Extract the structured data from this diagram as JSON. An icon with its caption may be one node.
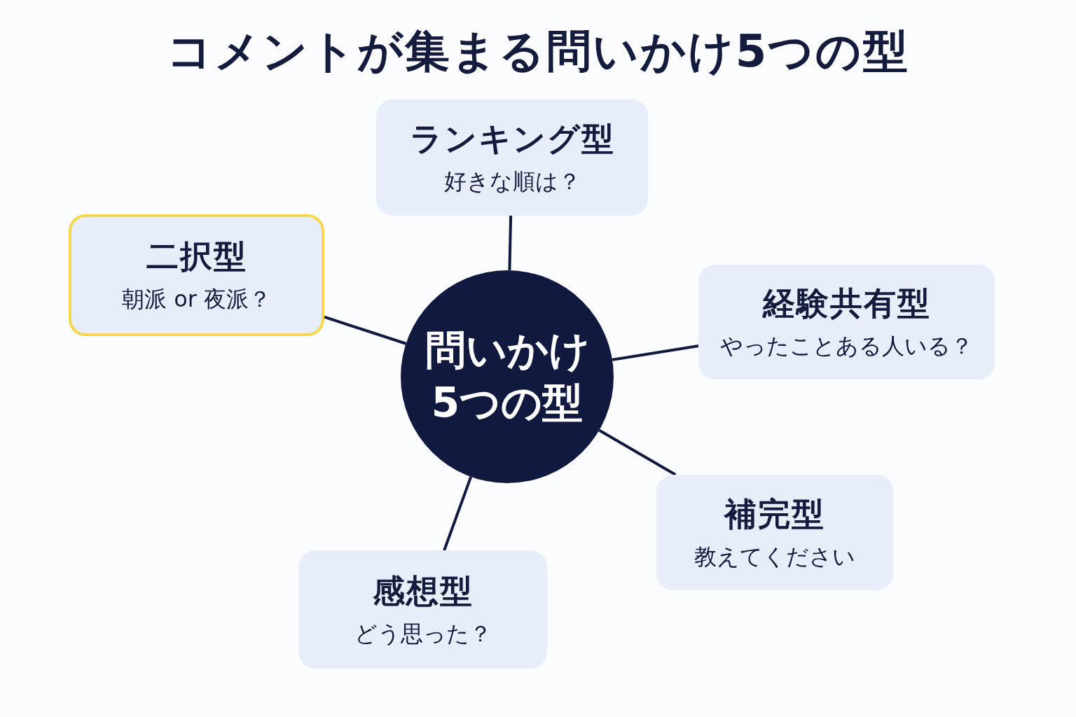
{
  "diagram": {
    "title": "コメントが集まる問いかけ5つの型",
    "nodes": [
      {
        "text": [
          "ランキング型",
          "好きな順は？"
        ]
      },
      {
        "text": [
          "二択型",
          "朝派 or 夜派？"
        ]
      },
      {
        "text": [
          "問いかけ5つの型"
        ]
      },
      {
        "text": [
          "経験共有型",
          "やったことある人いる？"
        ]
      },
      {
        "text": [
          "補完型",
          "教えてください"
        ]
      },
      {
        "text": [
          "感想型",
          "どう思った？"
        ]
      }
    ],
    "edges": [
      {
        "from": 2,
        "to": 0,
        "arrow": "none"
      },
      {
        "from": 2,
        "to": 1,
        "arrow": "none"
      },
      {
        "from": 2,
        "to": 3,
        "arrow": "none"
      },
      {
        "from": 2,
        "to": 4,
        "arrow": "none"
      },
      {
        "from": 2,
        "to": 5,
        "arrow": "none"
      }
    ]
  }
}
